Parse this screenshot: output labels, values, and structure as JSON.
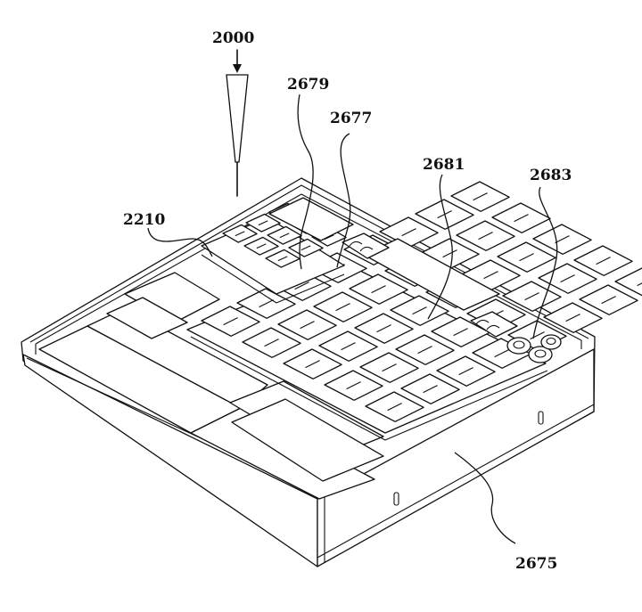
{
  "labels": {
    "tip": "2000",
    "tray_left_label": "2210",
    "row_a": "2679",
    "row_b": "2677",
    "row_c": "2681",
    "wells": "2683",
    "housing": "2675"
  }
}
